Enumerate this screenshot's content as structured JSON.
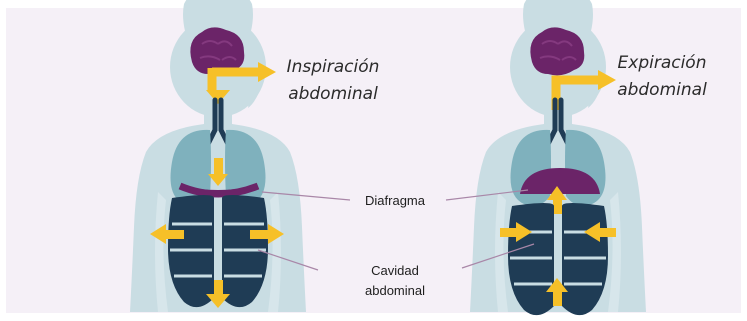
{
  "figure": {
    "left_title_line1": "Inspiración",
    "left_title_line2": "abdominal",
    "right_title_line1": "Expiración",
    "right_title_line2": "abdominal",
    "diaphragm_label": "Diafragma",
    "cavity_label_line1": "Cavidad",
    "cavity_label_line2": "abdominal"
  },
  "colors": {
    "background": "#f5f0f7",
    "body": "#c9dde3",
    "brain": "#6b2468",
    "lungs": "#7fb1bd",
    "trachea": "#1f3c55",
    "diaphragm": "#6b2468",
    "abdomen": "#1f3c55",
    "arrow": "#f6c028",
    "leader_line": "#a987a8"
  },
  "icons": [
    "female-silhouette-inspiration",
    "female-silhouette-expiration",
    "brain-icon",
    "lungs-icon",
    "diaphragm-icon",
    "abdomen-icon",
    "arrow-icon"
  ]
}
